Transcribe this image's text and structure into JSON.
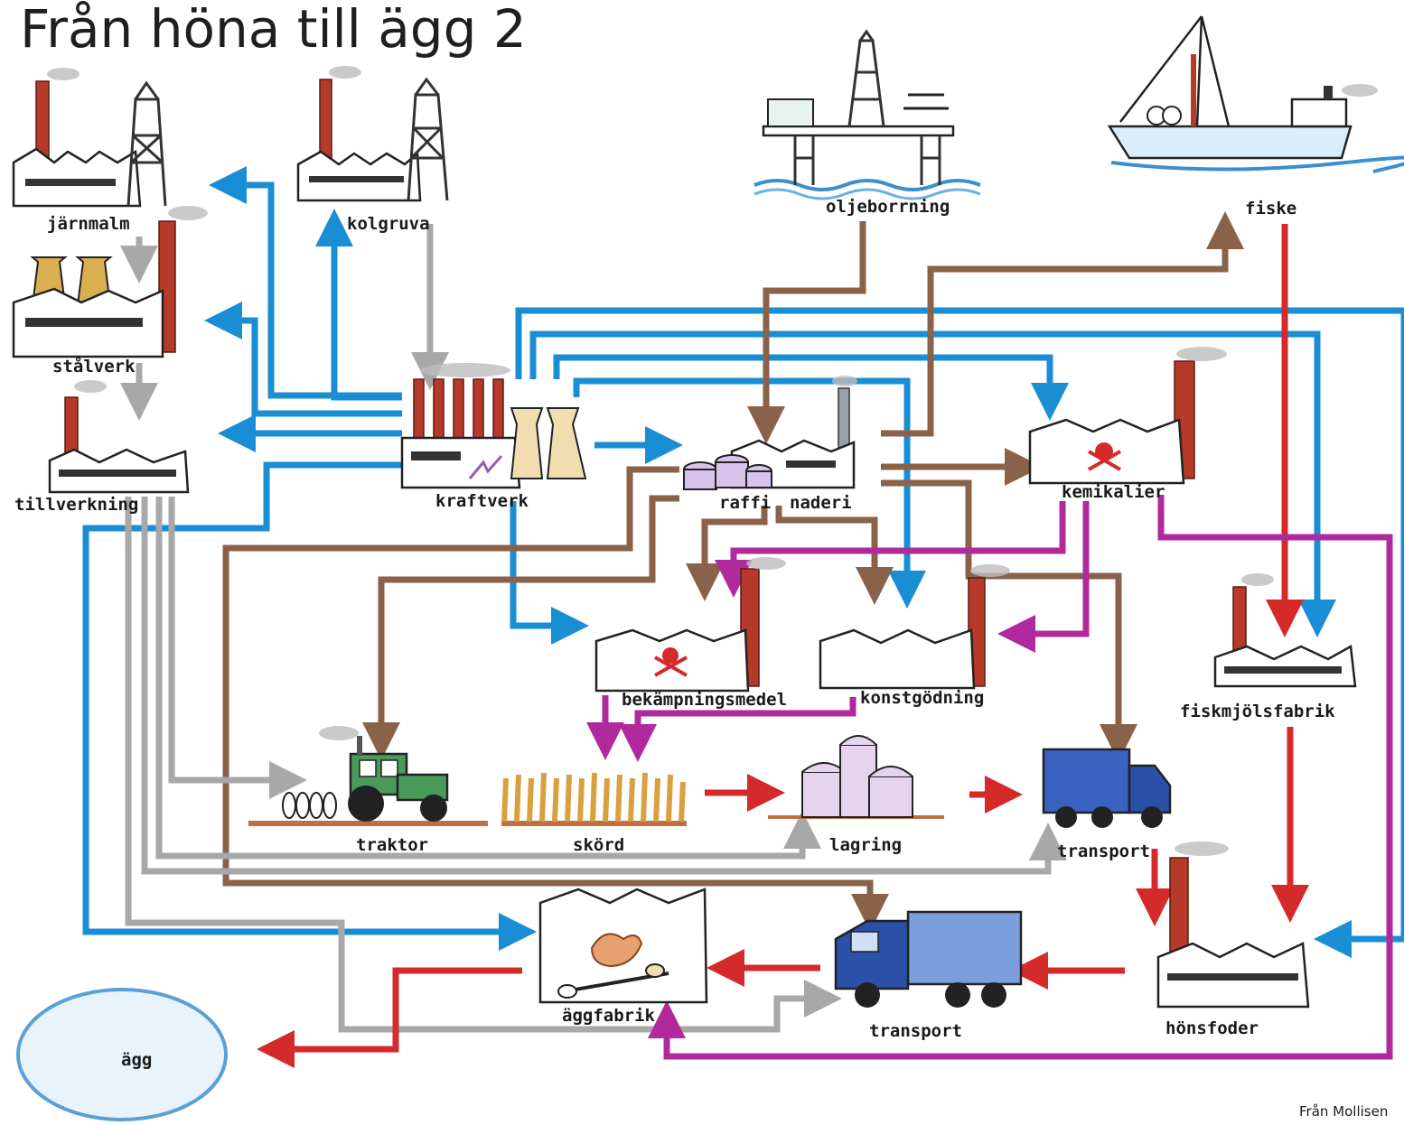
{
  "title": "Från höna till ägg 2",
  "credit": "Från Mollisen",
  "nodes": {
    "jarnmalm": "järnmalm",
    "kolgruva": "kolgruva",
    "oljeborrning": "oljeborrning",
    "fiske": "fiske",
    "stalverk": "stålverk",
    "tillverkning": "tillverkning",
    "kraftverk": "kraftverk",
    "raffinaderi_a": "raffi",
    "raffinaderi_b": "naderi",
    "kemikalier": "kemikalier",
    "bekampningsmedel": "bekämpningsmedel",
    "konstgodning": "konstgödning",
    "fiskmjolsfabrik": "fiskmjölsfabrik",
    "traktor": "traktor",
    "skord": "skörd",
    "lagring": "lagring",
    "transport_upper": "transport",
    "aggfabrik": "äggfabrik",
    "transport_lower": "transport",
    "honsfoder": "hönsfoder",
    "agg": "ägg"
  },
  "colors": {
    "energy": "#1a8ed4",
    "oil": "#8a6249",
    "steel": "#a8a8a8",
    "food": "#d42a2a",
    "chemicals": "#b02a9e"
  }
}
